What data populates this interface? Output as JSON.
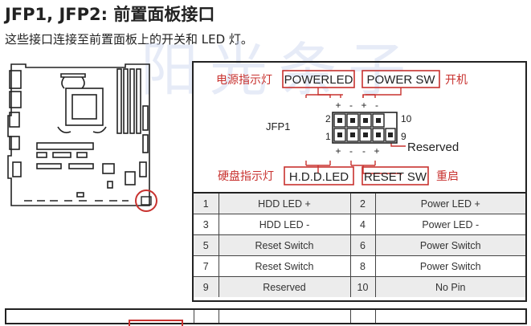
{
  "header": {
    "title": "JFP1, JFP2: 前置面板接口",
    "subtitle": "这些接口连接至前置面板上的开关和 LED 灯。"
  },
  "watermark": "阳光条子",
  "diagram": {
    "top_left_label": "电源指示灯",
    "top_left_box": "POWERLED",
    "top_right_box": "POWER SW",
    "top_right_label": "开机",
    "bottom_left_label": "硬盘指示灯",
    "bottom_left_box": "H.D.D.LED",
    "bottom_right_box": "RESET SW",
    "bottom_right_label": "重启",
    "connector_name": "JFP1",
    "pin_numbers": {
      "top_left": "2",
      "bottom_left": "1",
      "top_right": "10",
      "bottom_right": "9"
    },
    "polarity": {
      "plus": "+",
      "minus": "-"
    },
    "reserved_label": "Reserved",
    "colors": {
      "accent": "#c8322f",
      "border": "#222222"
    }
  },
  "pin_table": {
    "rows": [
      {
        "pin_a": "1",
        "signal_a": "HDD LED +",
        "pin_b": "2",
        "signal_b": "Power LED +"
      },
      {
        "pin_a": "3",
        "signal_a": "HDD LED -",
        "pin_b": "4",
        "signal_b": "Power LED -"
      },
      {
        "pin_a": "5",
        "signal_a": "Reset Switch",
        "pin_b": "6",
        "signal_b": "Power Switch"
      },
      {
        "pin_a": "7",
        "signal_a": "Reset Switch",
        "pin_b": "8",
        "signal_b": "Power Switch"
      },
      {
        "pin_a": "9",
        "signal_a": "Reserved",
        "pin_b": "10",
        "signal_b": "No Pin"
      }
    ]
  }
}
